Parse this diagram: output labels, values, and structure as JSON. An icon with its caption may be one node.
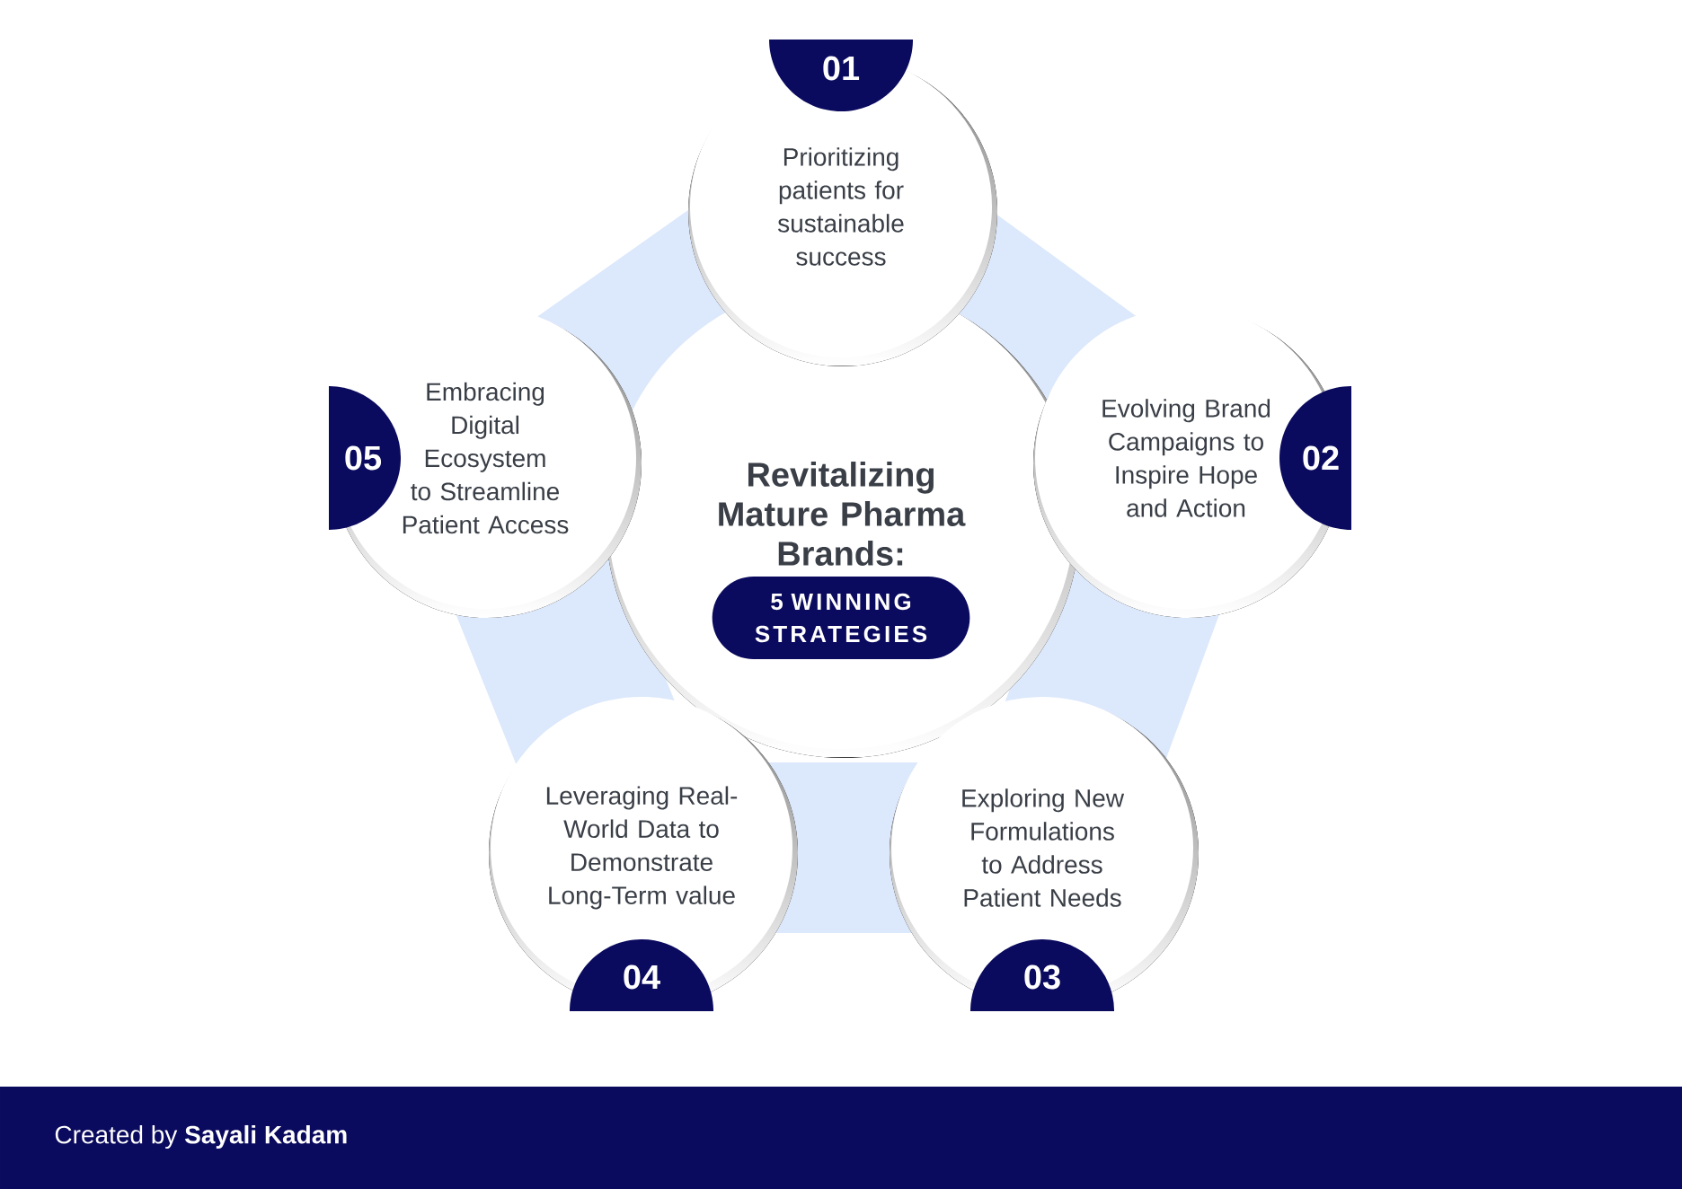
{
  "diagram": {
    "nodes": [
      {
        "text": [
          "Revitalizing Mature Pharma Brands:"
        ]
      },
      {
        "text": [
          "5 WINNING STRATEGIES"
        ],
        "in": 0
      },
      {
        "text": [
          "Prioritizing patients for sustainable success"
        ]
      },
      {
        "text": [
          "01"
        ]
      },
      {
        "text": [
          "Evolving Brand Campaigns to Inspire Hope and Action"
        ]
      },
      {
        "text": [
          "02"
        ]
      },
      {
        "text": [
          "Exploring New Formulations to Address Patient Needs"
        ]
      },
      {
        "text": [
          "03"
        ]
      },
      {
        "text": [
          "Leveraging Real-World Data to Demonstrate Long-Term value"
        ]
      },
      {
        "text": [
          "04"
        ]
      },
      {
        "text": [
          "Embracing Digital Ecosystem to Streamline Patient Access"
        ]
      },
      {
        "text": [
          "05"
        ]
      },
      {
        "text": [
          "Created by **Sayali Kadam**"
        ]
      }
    ]
  }
}
